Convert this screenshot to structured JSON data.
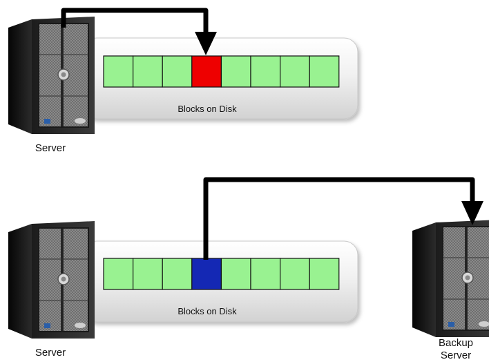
{
  "colors": {
    "block_normal": "#99f291",
    "block_red": "#ee0000",
    "block_blue": "#1428b4",
    "arrow": "#000000"
  },
  "top_panel": {
    "server_label": "Server",
    "disk_label": "Blocks on Disk",
    "blocks": [
      "normal",
      "normal",
      "normal",
      "red",
      "normal",
      "normal",
      "normal",
      "normal"
    ]
  },
  "bottom_panel": {
    "server_label": "Server",
    "disk_label": "Blocks on Disk",
    "blocks": [
      "normal",
      "normal",
      "normal",
      "blue",
      "normal",
      "normal",
      "normal",
      "normal"
    ],
    "backup_label_line1": "Backup",
    "backup_label_line2": "Server"
  }
}
